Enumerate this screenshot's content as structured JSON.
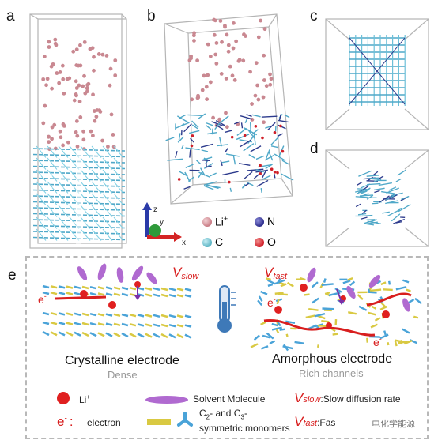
{
  "panels": {
    "a": "a",
    "b": "b",
    "c": "c",
    "d": "d",
    "e": "e"
  },
  "axes": {
    "z": "z",
    "y": "y",
    "x": "x"
  },
  "element_legend": [
    {
      "symbol": "Li",
      "sup": "+",
      "color": "#c97b84"
    },
    {
      "symbol": "N",
      "sup": "",
      "color": "#2c2c8c"
    },
    {
      "symbol": "C",
      "sup": "",
      "color": "#5bb4c4"
    },
    {
      "symbol": "O",
      "sup": "",
      "color": "#d0202a"
    }
  ],
  "panel_e": {
    "v_slow": {
      "v": "V",
      "sub": "slow"
    },
    "v_fast": {
      "v": "V",
      "sub": "fast"
    },
    "electron_mark": "e",
    "electron_sup": "-",
    "left_title": "Crystalline electrode",
    "left_sub": "Dense",
    "right_title": "Amorphous electrode",
    "right_sub": "Rich channels"
  },
  "legend": {
    "li": "Li",
    "li_sup": "+",
    "solvent": "Solvent Molecule",
    "vslow_text": ":Slow diffusion rate",
    "electron_prefix": "e",
    "electron_sup": "-",
    "electron_colon": ":",
    "electron": "electron",
    "monomers_line1_a": "C",
    "monomers_line1_sub1": "2",
    "monomers_line1_b": "- and C",
    "monomers_line1_sub2": "3",
    "monomers_line1_c": "-",
    "monomers_line2": "symmetric monomers",
    "vfast_text": ":Fas",
    "watermark": "电化学能源"
  }
}
